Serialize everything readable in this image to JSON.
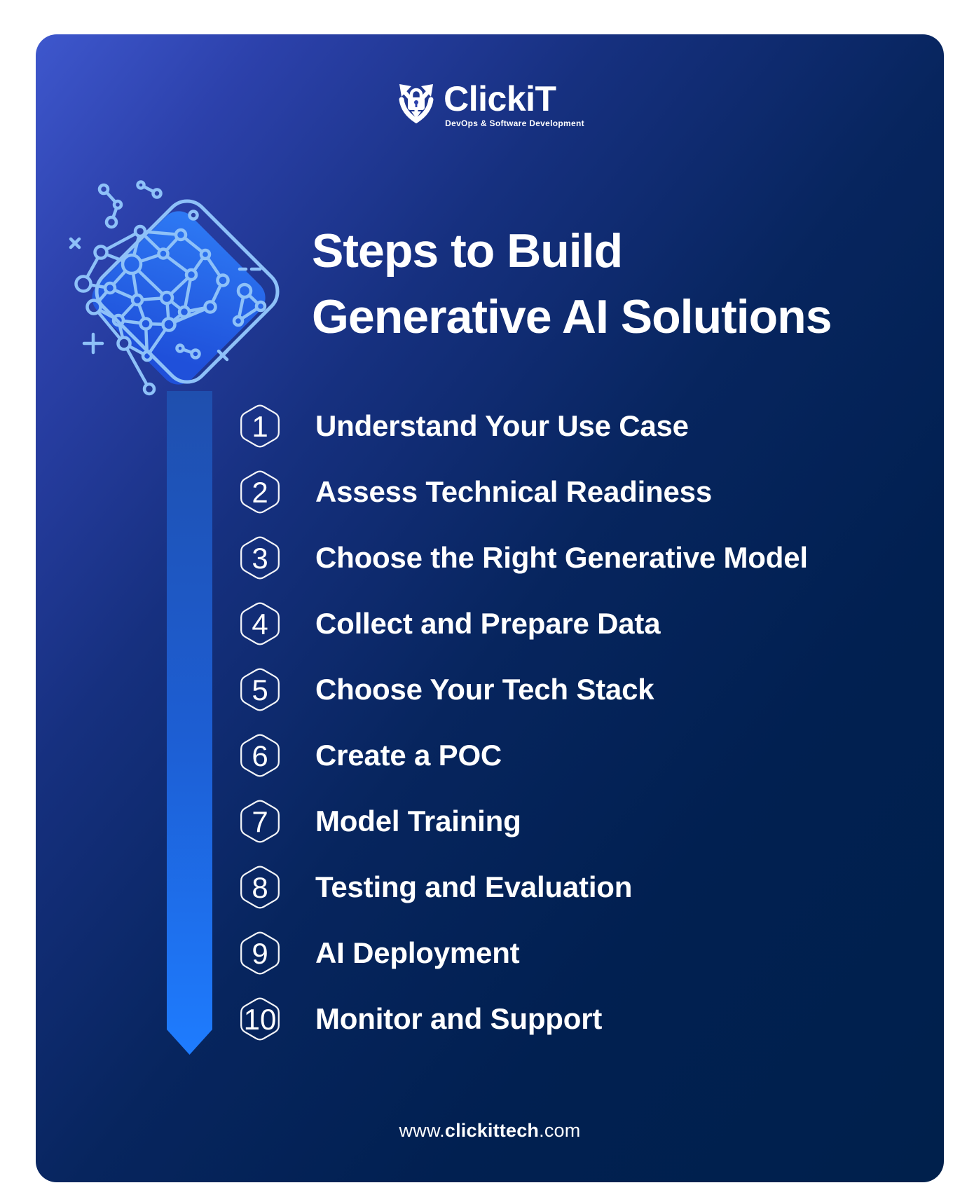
{
  "logo": {
    "brand": "ClickiT",
    "tagline": "DevOps & Software Development",
    "shield_icon": "shield-lock-arrows"
  },
  "title": {
    "line1": "Steps to Build",
    "line2": "Generative AI Solutions"
  },
  "steps": [
    {
      "number": "1",
      "label": "Understand Your Use Case"
    },
    {
      "number": "2",
      "label": "Assess Technical Readiness"
    },
    {
      "number": "3",
      "label": "Choose the Right Generative Model"
    },
    {
      "number": "4",
      "label": "Collect and Prepare Data"
    },
    {
      "number": "5",
      "label": "Choose Your Tech Stack"
    },
    {
      "number": "6",
      "label": "Create a POC"
    },
    {
      "number": "7",
      "label": "Model Training"
    },
    {
      "number": "8",
      "label": "Testing and Evaluation"
    },
    {
      "number": "9",
      "label": "AI Deployment"
    },
    {
      "number": "10",
      "label": "Monitor and Support"
    }
  ],
  "footer": {
    "prefix": "www.",
    "domain": "clickittech",
    "suffix": ".com"
  },
  "colors": {
    "page_background": "#ffffff",
    "card_gradient_start": "#3e57cd",
    "card_gradient_end": "#00204c",
    "accent_bar_top": "#1f4fae",
    "accent_bar_bottom": "#1e7cff",
    "network_stroke": "#8ec1f8",
    "square_fill_start": "#2e7bf5",
    "square_fill_end": "#1f50da",
    "hexagon_stroke": "#ffffff",
    "text": "#ffffff"
  },
  "icons": {
    "logo": "shield-lock-arrows-icon",
    "decoration": "neural-network-icon"
  }
}
